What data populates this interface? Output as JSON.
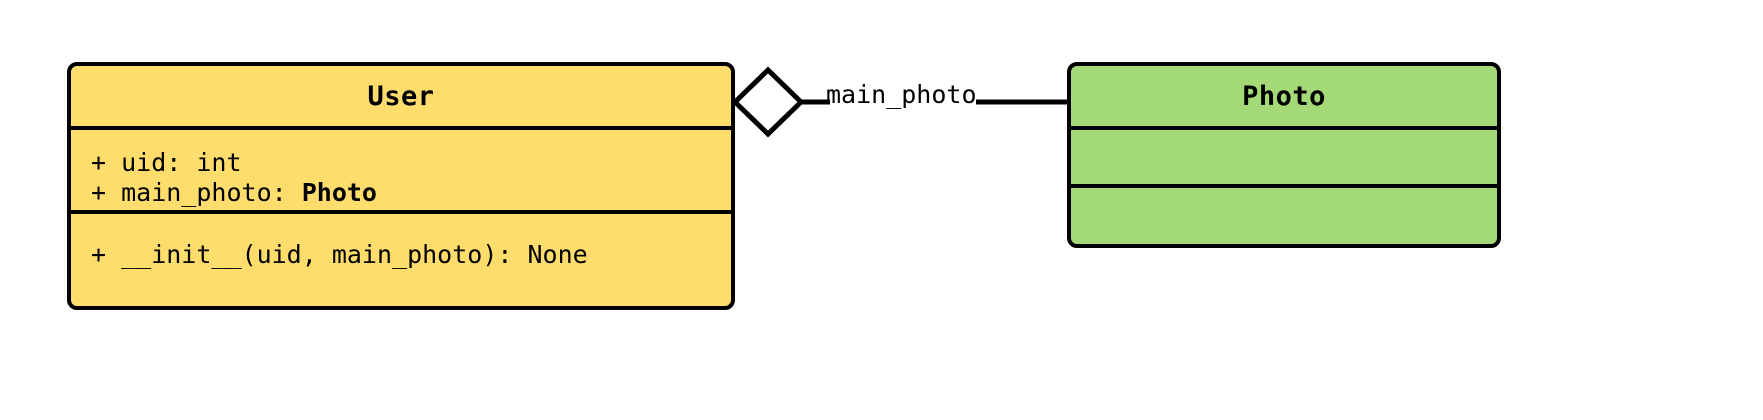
{
  "diagram": {
    "type": "uml-class-diagram",
    "background_color": "#ffffff",
    "line_color": "#000000",
    "classes": [
      {
        "name": "User",
        "fill_color": "#ffdd6d",
        "attributes": [
          {
            "visibility": "+",
            "text": "+ uid: int",
            "bold_suffix": ""
          },
          {
            "visibility": "+",
            "text": "+ main_photo: ",
            "bold_suffix": "Photo"
          }
        ],
        "methods": [
          {
            "visibility": "+",
            "text": "+ __init__(uid, main_photo): None"
          }
        ]
      },
      {
        "name": "Photo",
        "fill_color": "#a3d977",
        "attributes": [],
        "methods": []
      }
    ],
    "relationships": [
      {
        "kind": "aggregation",
        "source": "User",
        "target": "Photo",
        "label": "main_photo",
        "diamond": "hollow"
      }
    ]
  }
}
